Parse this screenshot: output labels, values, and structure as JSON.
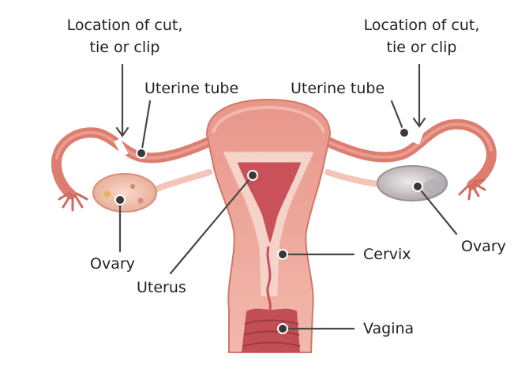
{
  "diagram": {
    "labels": {
      "cut_left_line1": "Location of cut,",
      "cut_left_line2": "tie or clip",
      "cut_right_line1": "Location of cut,",
      "cut_right_line2": "tie or clip",
      "tube_left": "Uterine tube",
      "tube_right": "Uterine tube",
      "ovary_left": "Ovary",
      "ovary_right": "Ovary",
      "uterus": "Uterus",
      "cervix": "Cervix",
      "vagina": "Vagina"
    },
    "colors": {
      "tissue": "#eca89a",
      "tissue_dark": "#d96f62",
      "cavity": "#c9525a",
      "lining": "#f6d3c8",
      "ovary_left": "#f3c3b1",
      "ovary_right": "#c9c4c6",
      "pointer": "#4a4646",
      "text": "#231f20"
    }
  }
}
